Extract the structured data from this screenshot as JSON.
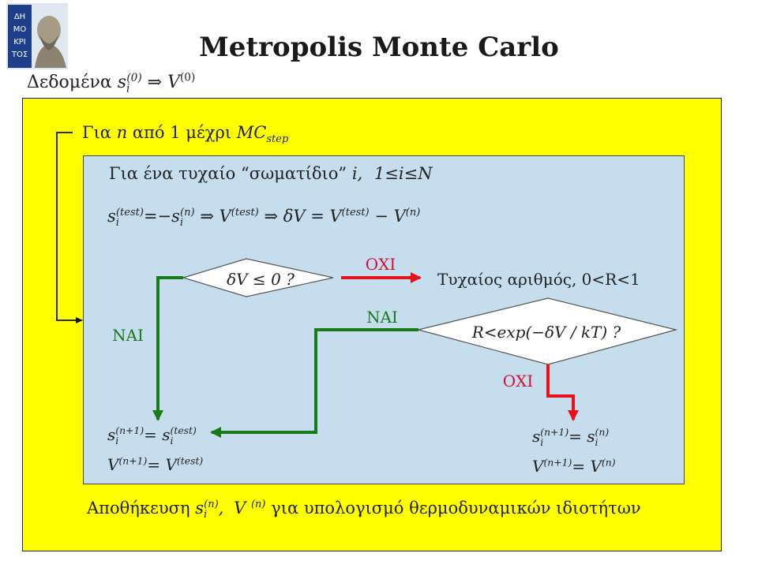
{
  "header": {
    "title": "Metropolis Monte Carlo",
    "given_label": "Δεδομένα",
    "logo_text": "ΔΗΜΟΚΡΙΤΟΣ"
  },
  "loop": {
    "prefix": "Για",
    "var": "n",
    "range_text": "από 1 μέχρι",
    "mc": "MC",
    "mc_sub": "step"
  },
  "inner": {
    "particle_text": "Για ένα τυχαίο “σωματίδιο”",
    "particle_var": "i,",
    "particle_range": "1≤i≤N"
  },
  "nodes": {
    "decision1_text": "δV ≤ 0 ?",
    "random_text": "Τυχαίος αριθμός, 0<R<1",
    "decision2_text": "R<exp(−δV / kT) ?",
    "final_text": "Αποθήκευση"
  },
  "edges": {
    "no1": "ΟΧΙ",
    "yes1": "ΝΑΙ",
    "yes2": "ΝΑΙ",
    "no2": "ΟΧΙ"
  },
  "colors": {
    "yellow": "#ffff00",
    "blue_panel": "#c6dded",
    "yes_green": "#1a7a1a",
    "no_red": "#e8101a",
    "no_label": "#d0103a"
  }
}
